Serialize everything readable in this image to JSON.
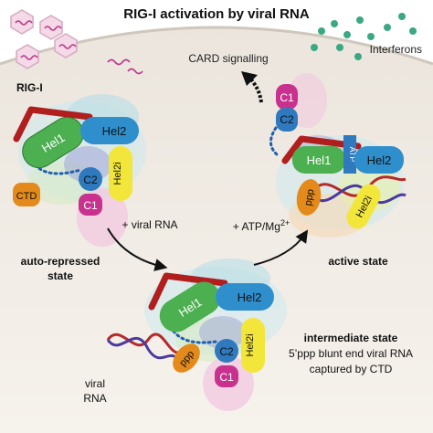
{
  "title": "RIG-I activation by viral RNA",
  "interferons_label": "Interferons",
  "card_signalling_label": "CARD signalling",
  "protein_label": "RIG-I",
  "step1_label": "+ viral RNA",
  "step2_label_main": "+ ATP/Mg",
  "step2_label_sup": "2+",
  "state_auto": {
    "line1": "auto-repressed",
    "line2": "state"
  },
  "state_active": "active state",
  "state_intermediate": {
    "title": "intermediate state",
    "line1": "5’ppp blunt end viral RNA",
    "line2": "captured by CTD"
  },
  "viral_rna_label": {
    "line1": "viral",
    "line2": "RNA"
  },
  "domains": {
    "hel1": "Hel1",
    "hel2": "Hel2",
    "hel2i": "Hel2i",
    "c1": "C1",
    "c2": "C2",
    "ctd": "CTD",
    "ppp": "ppp",
    "atp": "ATP"
  },
  "colors": {
    "hel1": "#4caf50",
    "hel2": "#2f8fcd",
    "hel2i": "#f2e63a",
    "card": "#c8328e",
    "c2": "#2f79bf",
    "ctd": "#e38a1a",
    "pincer": "#b01e1e",
    "linker": "#1f5fae",
    "virus": "#c0388e",
    "interferon": "#3aa883",
    "cell": "#efeae3"
  }
}
